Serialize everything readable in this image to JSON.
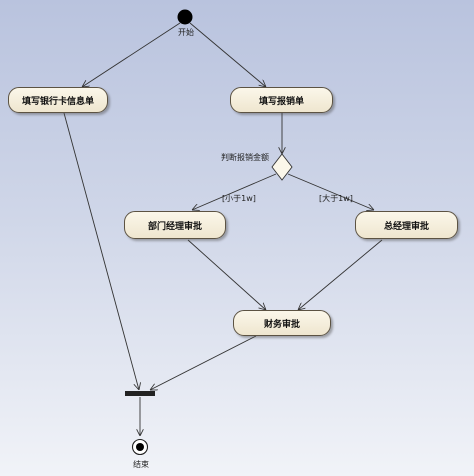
{
  "nodes": {
    "bank_info": "填写银行卡信息单",
    "reimburse_form": "填写报销单",
    "dept_manager": "部门经理审批",
    "general_manager": "总经理审批",
    "finance": "财务审批"
  },
  "labels": {
    "start": "开始",
    "end": "结束",
    "decision": "判断报销金额",
    "guard_less": "[小于1w]",
    "guard_greater": "[大于1w]"
  }
}
